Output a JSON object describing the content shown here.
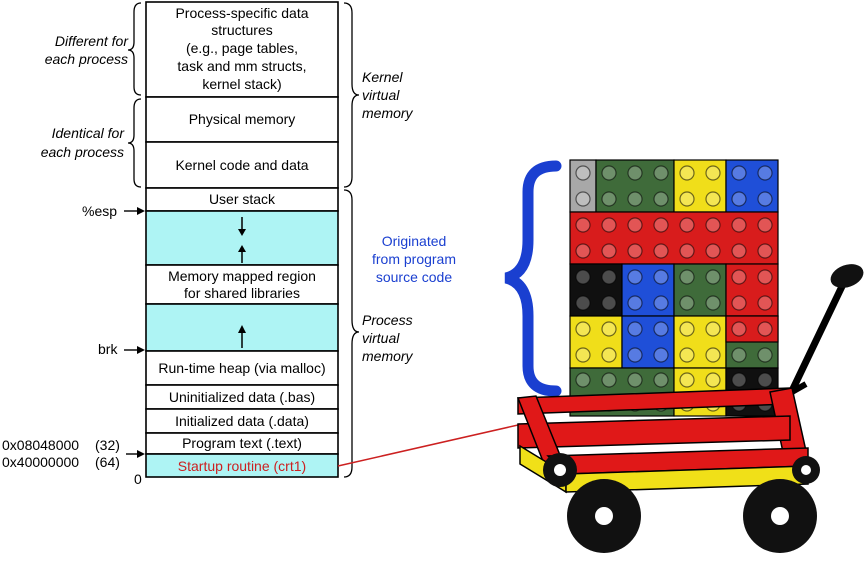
{
  "memory_layout": {
    "kernel_blocks": [
      [
        "Process-specific data",
        "structures",
        "(e.g., page tables,",
        "task and mm structs,",
        "kernel stack)"
      ],
      [
        "Physical memory"
      ],
      [
        "Kernel code and data"
      ]
    ],
    "user_blocks": {
      "user_stack": "User stack",
      "mmap": [
        "Memory mapped region",
        "for shared libraries"
      ],
      "heap": "Run-time heap (via malloc)",
      "bss": "Uninitialized data (.bas)",
      "data": "Initialized data (.data)",
      "text": "Program text (.text)",
      "startup": "Startup routine (crt1)"
    }
  },
  "left_labels": {
    "different": [
      "Different for",
      "each process"
    ],
    "identical": [
      "Identical for",
      "each process"
    ],
    "esp": "%esp",
    "brk": "brk",
    "addr32": "0x08048000",
    "tag32": "(32)",
    "addr64": "0x40000000",
    "tag64": "(64)",
    "zero": "0"
  },
  "right_labels": {
    "kernel_virtual": [
      "Kernel",
      "virtual",
      "memory"
    ],
    "process_virtual": [
      "Process",
      "virtual",
      "memory"
    ],
    "originated": [
      "Originated",
      "from program",
      "source code"
    ]
  },
  "colors": {
    "free_region": "#aef4f4",
    "startup_fill": "#aef4f4",
    "startup_text": "#cc2020",
    "originated_text": "#1a3fd0",
    "brace_blue": "#1a3fd0",
    "wagon_red": "#e01818",
    "wagon_yellow": "#f0e018",
    "lego_red": "#d81c1c",
    "lego_green": "#3f6b3a",
    "lego_yellow": "#f0de1a",
    "lego_blue": "#1f4fd8",
    "lego_black": "#101010",
    "lego_gray": "#a8a8a8"
  }
}
